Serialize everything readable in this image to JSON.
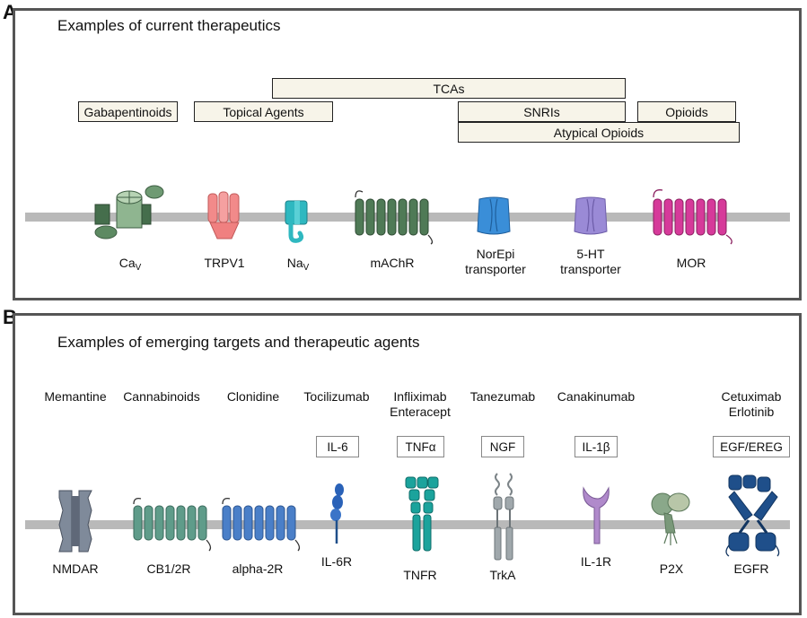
{
  "panel_a": {
    "letter": "A",
    "title": "Examples of current therapeutics",
    "drug_boxes": {
      "tcas": "TCAs",
      "gabapentinoids": "Gabapentinoids",
      "topical_agents": "Topical Agents",
      "snris": "SNRIs",
      "opioids": "Opioids",
      "atypical_opioids": "Atypical Opioids"
    },
    "targets": {
      "ca": {
        "main": "Ca",
        "sub": "V"
      },
      "trpv1": "TRPV1",
      "na": {
        "main": "Na",
        "sub": "V"
      },
      "machr": "mAChR",
      "norepi_line1": "NorEpi",
      "norepi_line2": "transporter",
      "ht_line1": "5-HT",
      "ht_line2": "transporter",
      "mor": "MOR"
    }
  },
  "panel_b": {
    "letter": "B",
    "title": "Examples of emerging targets and therapeutic agents",
    "drugs": {
      "memantine": "Memantine",
      "cannabinoids": "Cannabinoids",
      "clonidine": "Clonidine",
      "tocilizumab": "Tocilizumab",
      "infliximab": "Infliximab",
      "enteracept": "Enteracept",
      "tanezumab": "Tanezumab",
      "canakinumab": "Canakinumab",
      "cetuximab": "Cetuximab",
      "erlotinib": "Erlotinib"
    },
    "ligands": {
      "il6": "IL-6",
      "tnfa": "TNFα",
      "ngf": "NGF",
      "il1b": "IL-1β",
      "egf": "EGF/EREG"
    },
    "targets": {
      "nmdar": "NMDAR",
      "cb": "CB1/2R",
      "alpha2r": "alpha-2R",
      "il6r": "IL-6R",
      "tnfr": "TNFR",
      "trka": "TrkA",
      "il1r": "IL-1R",
      "p2x": "P2X",
      "egfr": "EGFR"
    }
  },
  "colors": {
    "membrane": "#b9b9b9",
    "cav": "#7a9e7e",
    "trpv1": "#f08080",
    "nav": "#2fb8c0",
    "gpcr_dark_green": "#4f7a56",
    "norepi": "#3a8ed8",
    "ht": "#9a8ad6",
    "mor": "#d63a9a",
    "nmdar": "#7f8a9a",
    "cb": "#5f9c8a",
    "alpha2r": "#4a7fc8",
    "il6r": "#2a62b8",
    "tnfr": "#1ba39c",
    "trka": "#a0a8ac",
    "il1r": "#b08acb",
    "p2x": "#8aa88a",
    "egfr": "#1f4f8a"
  }
}
